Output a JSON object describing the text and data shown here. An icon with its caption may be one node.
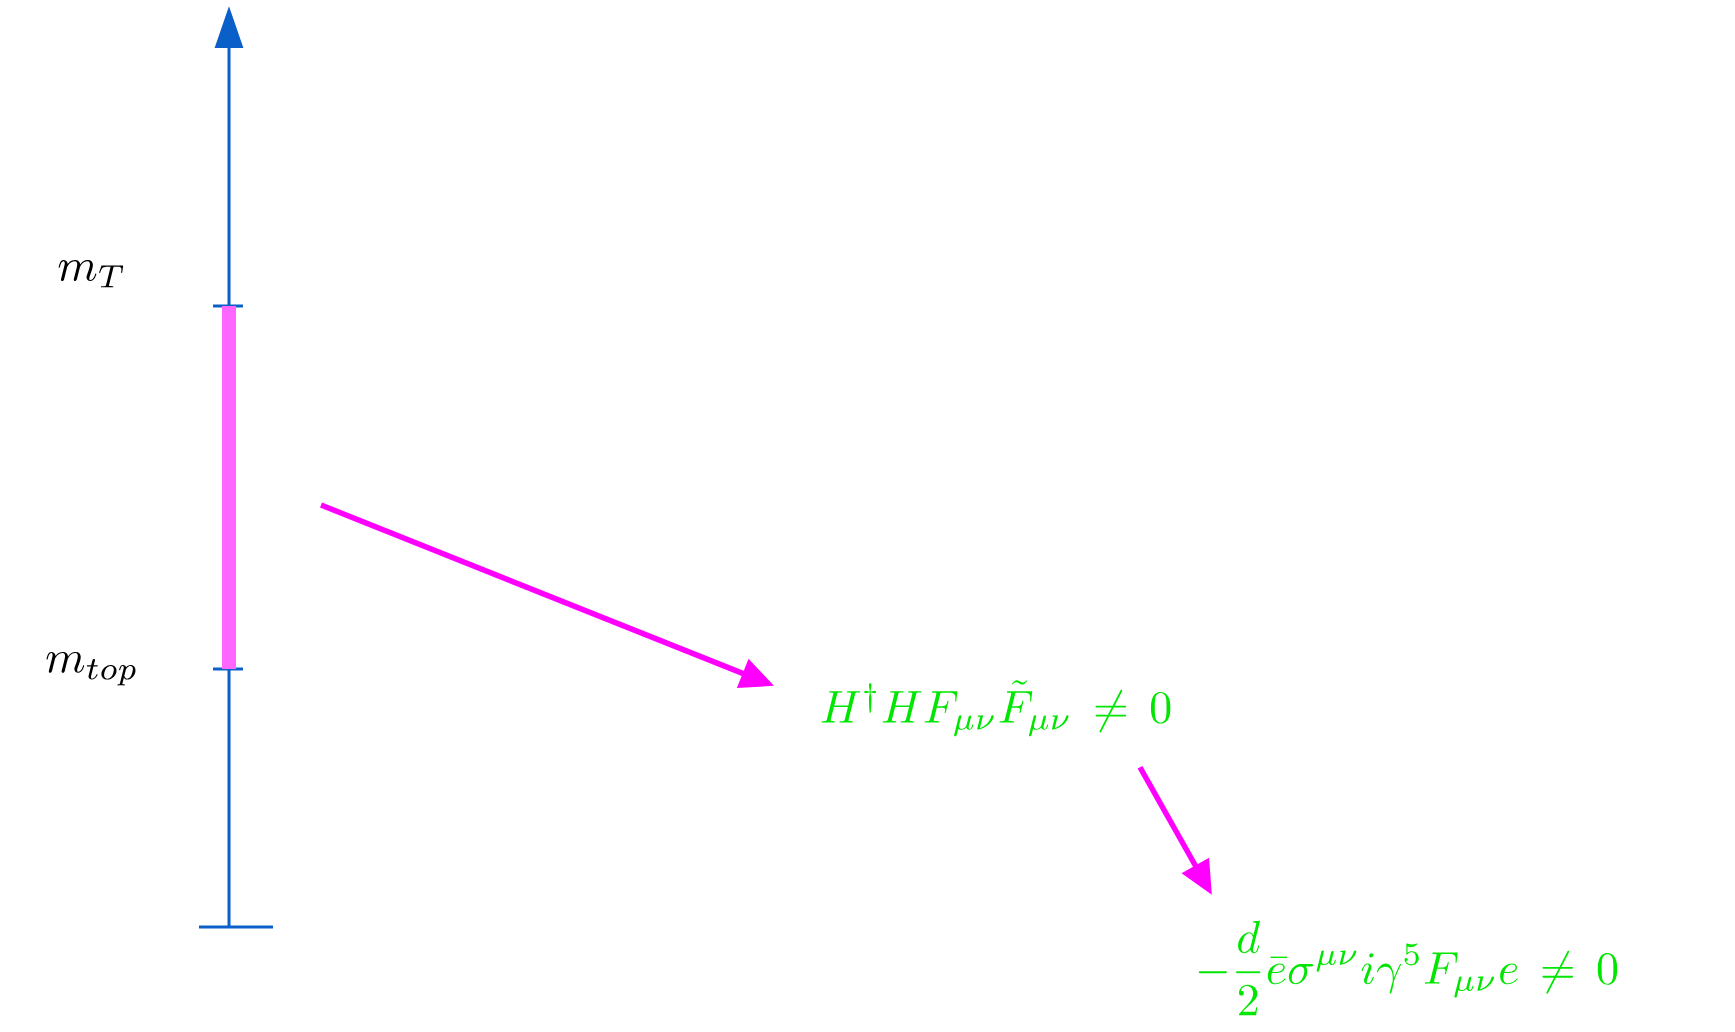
{
  "diagram": {
    "nodes": [
      {
        "text": [
          "H^\\dagger H F_{\\mu\\nu}\\tilde{F}_{\\mu\\nu} \\,\\neq\\, 0"
        ]
      },
      {
        "text": [
          "-\\frac{d}{2}\\bar{e}\\sigma^{\\mu\\nu} i\\gamma^5 F_{\\mu\\nu} e \\,\\neq\\, 0"
        ]
      }
    ],
    "edges": [
      {
        "from": null,
        "to": 0,
        "arrow": "to"
      },
      {
        "from": 0,
        "to": 1,
        "arrow": "to"
      }
    ],
    "labels": [
      "m_T",
      "m_{top}"
    ]
  }
}
